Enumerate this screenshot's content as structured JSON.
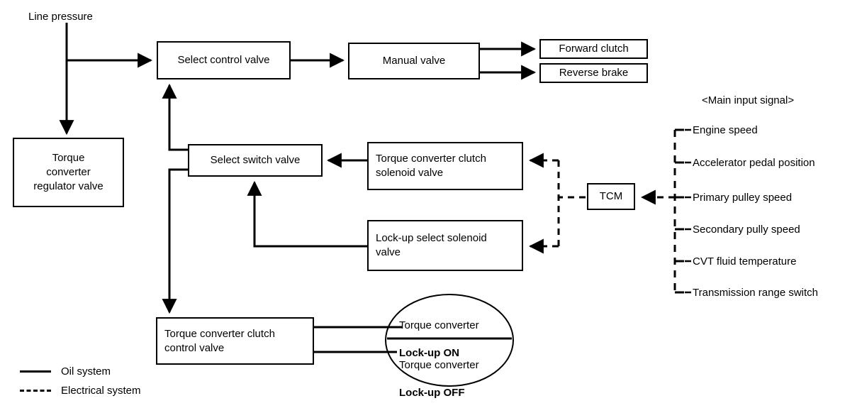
{
  "diagram": {
    "title_text": "Line pressure",
    "signals_heading": "<Main input signal>",
    "nodes": {
      "select_control_valve": "Select control valve",
      "manual_valve": "Manual valve",
      "forward_clutch": "Forward clutch",
      "reverse_brake": "Reverse brake",
      "torque_converter_regulator_valve": "Torque\nconverter\nregulator valve",
      "select_switch_valve": "Select switch valve",
      "torque_converter_clutch_solenoid_valve": "Torque converter clutch\nsolenoid valve",
      "lock_up_select_solenoid_valve": "Lock-up select solenoid\nvalve",
      "torque_converter_clutch_control_valve": "Torque converter clutch\ncontrol valve",
      "tcm": "TCM"
    },
    "lockup_states": {
      "on_line1": "Torque converter",
      "on_line2": "Lock-up ON",
      "off_line1": "Torque converter",
      "off_line2": "Lock-up OFF"
    },
    "input_signals": [
      "Engine speed",
      "Accelerator pedal position",
      "Primary pulley speed",
      "Secondary pully speed",
      "CVT fluid temperature",
      "Transmission range switch"
    ],
    "legend": [
      {
        "label": "Oil system",
        "style": "solid"
      },
      {
        "label": "Electrical system",
        "style": "dashed"
      }
    ],
    "colors": {
      "line": "#000000",
      "background": "#ffffff",
      "text": "#000000"
    }
  }
}
